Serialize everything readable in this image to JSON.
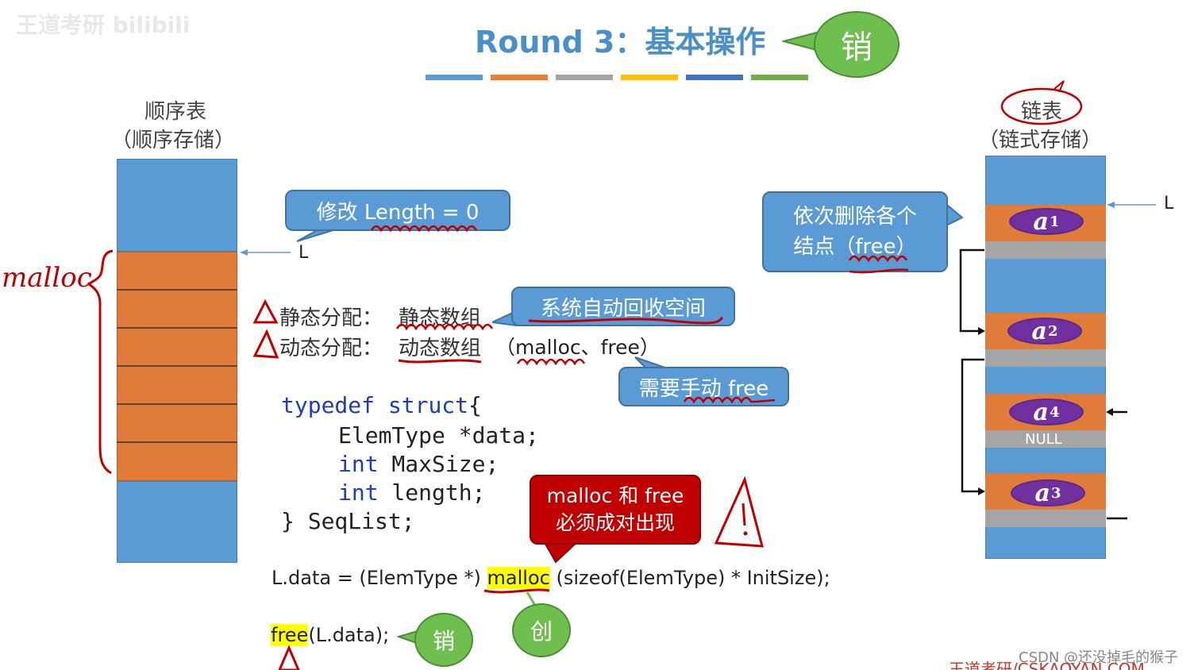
{
  "watermark_top": "王道考研 bilibili",
  "watermark_bottom": "CSDN @还没掉毛的猴子",
  "watermark_bottom2": "王道考研/CSKAOYAN.COM",
  "title": "Round 3：基本操作",
  "title_bubble": "销",
  "stripe_colors": [
    "#5b9bd5",
    "#ed7d31",
    "#a5a5a5",
    "#ffc000",
    "#4472c4",
    "#70ad47"
  ],
  "left": {
    "title": "顺序表",
    "subtitle": "（顺序存储）",
    "pointer_label": "L",
    "handwritten_malloc": "malloc",
    "callout": "修改 Length = 0"
  },
  "static_alloc": {
    "label": "静态分配：",
    "value": "静态数组",
    "callout": "系统自动回收空间"
  },
  "dynamic_alloc": {
    "label": "动态分配：",
    "value": "动态数组",
    "extra": "（malloc、free）",
    "callout": "需要手动 free"
  },
  "code": {
    "line1_kw1": "typedef",
    "line1_kw2": "struct",
    "line1_rest": "{",
    "line2": "ElemType *data;",
    "line3_kw": "int",
    "line3_rest": " MaxSize;",
    "line4_kw": "int",
    "line4_rest": " length;",
    "line5": "} SeqList;"
  },
  "warning_callout": {
    "line1": "malloc 和 free",
    "line2": "必须成对出现"
  },
  "alloc_line": {
    "prefix": "L.data = (ElemType *) ",
    "func": "malloc",
    "suffix": " (sizeof(ElemType) * InitSize);",
    "bubble": "创"
  },
  "free_line": {
    "func": "free",
    "suffix": "(L.data);",
    "bubble": "销"
  },
  "right": {
    "title": "链表",
    "subtitle": "（链式存储）",
    "pointer_label": "L",
    "callout_line1": "依次删除各个",
    "callout_line2": "结点（free）",
    "null_label": "NULL",
    "nodes": [
      {
        "letter": "a",
        "sub": "1"
      },
      {
        "letter": "a",
        "sub": "2"
      },
      {
        "letter": "a",
        "sub": "4"
      },
      {
        "letter": "a",
        "sub": "3"
      }
    ]
  }
}
